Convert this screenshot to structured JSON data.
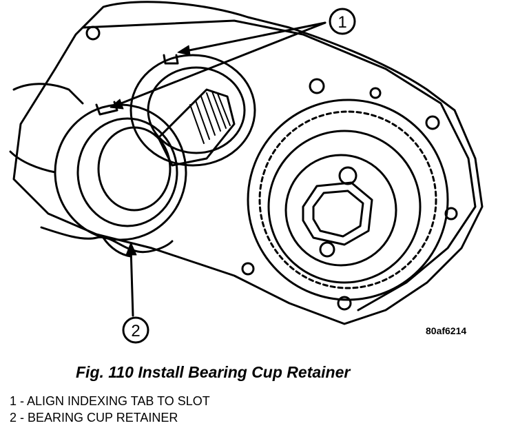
{
  "figure": {
    "reference_code": "80af6214",
    "caption": "Fig. 110 Install Bearing Cup Retainer"
  },
  "callouts": [
    {
      "number": "1"
    },
    {
      "number": "2"
    }
  ],
  "legend": [
    {
      "text": "1 - ALIGN INDEXING TAB TO SLOT"
    },
    {
      "text": "2 - BEARING CUP RETAINER"
    }
  ]
}
